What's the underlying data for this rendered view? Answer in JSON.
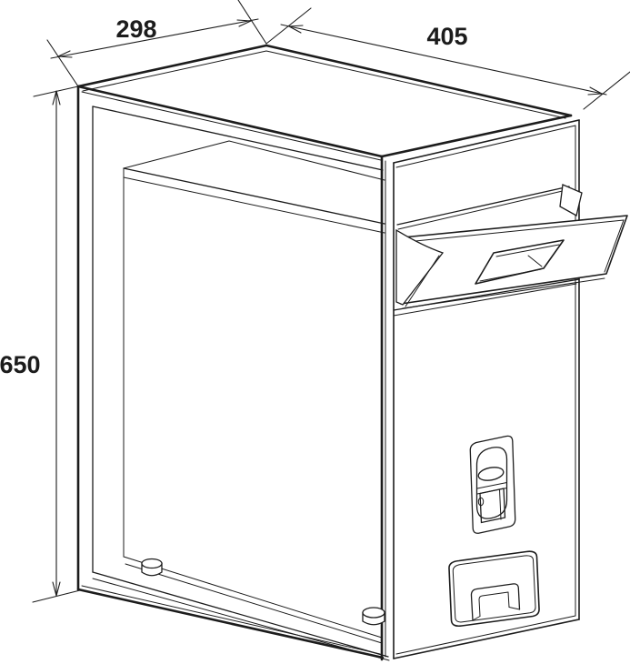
{
  "drawing": {
    "type": "technical-line-drawing",
    "subject": "parcel letterbox cabinet, isometric view with open deposit flap",
    "background": "#ffffff",
    "line_color": "#1c1c1c",
    "dims": {
      "width": "298",
      "depth": "405",
      "height": "650"
    }
  }
}
